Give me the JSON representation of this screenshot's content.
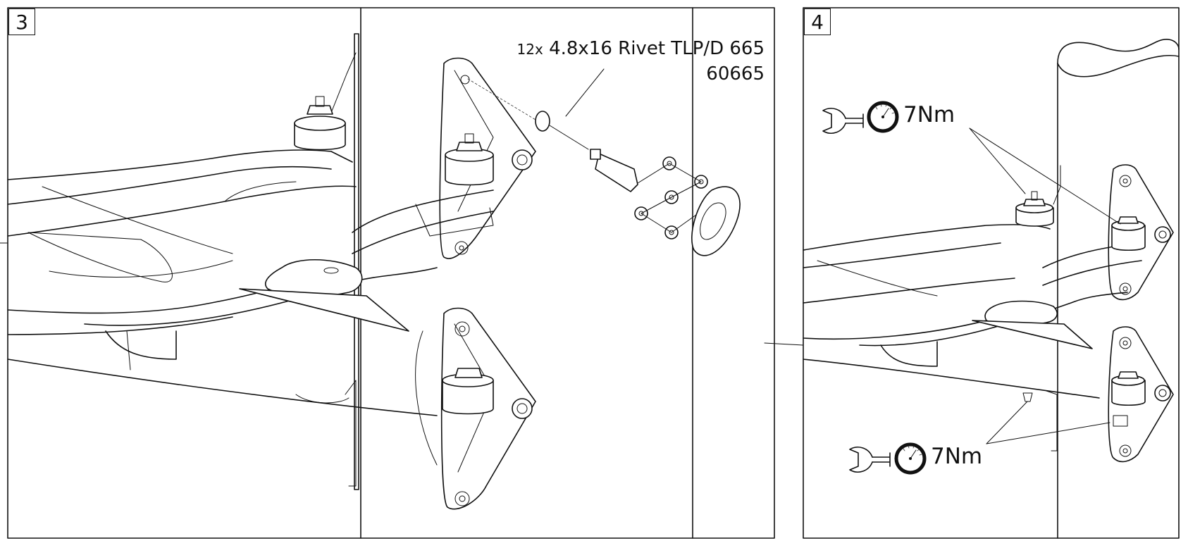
{
  "steps": {
    "left": {
      "number": "3"
    },
    "right": {
      "number": "4"
    }
  },
  "rivet": {
    "quantity": "12x",
    "description": "4.8x16 Rivet TLP/D 665",
    "part_number": "60665"
  },
  "torque": {
    "top": {
      "value": "7Nm"
    },
    "bottom": {
      "value": "7Nm"
    }
  },
  "icons": [
    "wrench-icon",
    "torque-gauge-icon",
    "rivet-tool-icon"
  ],
  "colors": {
    "line": "#111111",
    "background": "#ffffff"
  }
}
